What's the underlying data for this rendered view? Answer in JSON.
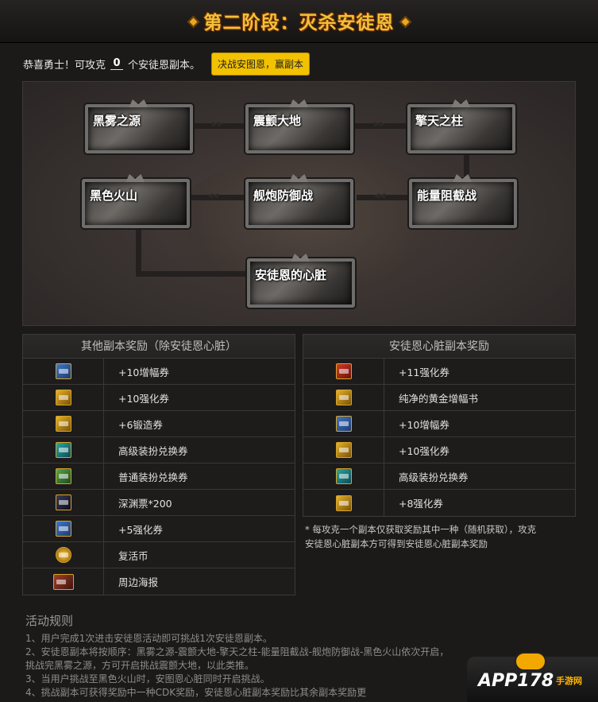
{
  "header": {
    "title": "第二阶段：灭杀安徒恩"
  },
  "intro": {
    "prefix": "恭喜勇士！可攻克",
    "count": "0",
    "suffix": "个安徒恩副本。",
    "button_label": "决战安图恩，赢副本"
  },
  "map": {
    "nodes": [
      {
        "label": "黑雾之源"
      },
      {
        "label": "震颤大地"
      },
      {
        "label": "擎天之柱"
      },
      {
        "label": "黑色火山"
      },
      {
        "label": "舰炮防御战"
      },
      {
        "label": "能量阻截战"
      },
      {
        "label": "安徒恩的心脏"
      }
    ]
  },
  "other_rewards": {
    "title": "其他副本奖励（除安徒恩心脏）",
    "items": [
      {
        "label": "+10增幅券",
        "icon": "amplify-ticket-icon"
      },
      {
        "label": "+10强化券",
        "icon": "reinforce-ticket-icon"
      },
      {
        "label": "+6锻造券",
        "icon": "forge-ticket-icon"
      },
      {
        "label": "高级装扮兑换券",
        "icon": "premium-costume-ticket-icon"
      },
      {
        "label": "普通装扮兑换券",
        "icon": "normal-costume-ticket-icon"
      },
      {
        "label": "深渊票*200",
        "icon": "abyss-ticket-icon"
      },
      {
        "label": "+5强化券",
        "icon": "reinforce-ticket-icon"
      },
      {
        "label": "复活币",
        "icon": "revive-coin-icon"
      },
      {
        "label": "周边海报",
        "icon": "poster-icon"
      }
    ]
  },
  "heart_rewards": {
    "title": "安徒恩心脏副本奖励",
    "items": [
      {
        "label": "+11强化券",
        "icon": "reinforce-ticket-icon"
      },
      {
        "label": "纯净的黄金增幅书",
        "icon": "gold-amplify-book-icon"
      },
      {
        "label": "+10增幅券",
        "icon": "amplify-ticket-icon"
      },
      {
        "label": "+10强化券",
        "icon": "reinforce-ticket-icon"
      },
      {
        "label": "高级装扮兑换券",
        "icon": "premium-costume-ticket-icon"
      },
      {
        "label": "+8强化券",
        "icon": "reinforce-ticket-icon"
      }
    ]
  },
  "note": {
    "line1": "* 每攻克一个副本仅获取奖励其中一种（随机获取），攻克",
    "line2": "安徒恩心脏副本方可得到安徒恩心脏副本奖励"
  },
  "rules": {
    "title": "活动规则",
    "lines": [
      "1、用户完成1次进击安徒恩活动即可挑战1次安徒恩副本。",
      "2、安徒恩副本将按顺序：黑雾之源-震颤大地-擎天之柱-能量阻截战-舰炮防御战-黑色火山依次开启，",
      "挑战完黑雾之源，方可开启挑战震颤大地，以此类推。",
      "3、当用户挑战至黑色火山时，安图恩心脏同时开启挑战。",
      "4、挑战副本可获得奖励中一种CDK奖励，安徒恩心脏副本奖励比其余副本奖励更"
    ]
  },
  "watermark": {
    "logo": "APP178",
    "sub": "手游网",
    "sub2": ""
  },
  "colors": {
    "accent": "#f2c100",
    "title": "#f0c23a",
    "background": "#1b1a19"
  }
}
